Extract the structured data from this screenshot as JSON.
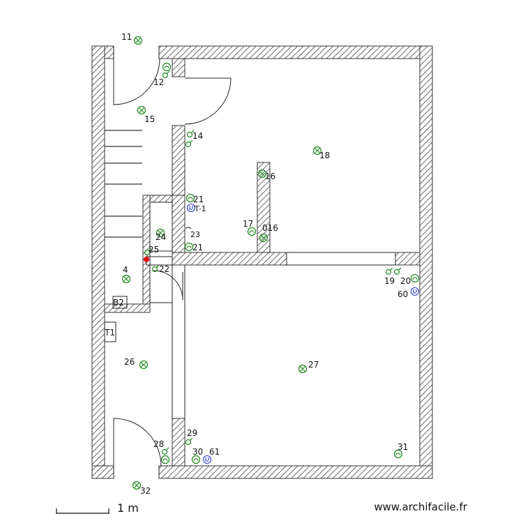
{
  "plan": {
    "labels": [
      "11",
      "12",
      "15",
      "14",
      "18",
      "16",
      "21",
      "T-1",
      "23",
      "17",
      "016",
      "24",
      "25",
      "21",
      "4",
      "22",
      "19",
      "20",
      "60",
      "B2",
      "T1",
      "26",
      "27",
      "29",
      "28",
      "30",
      "61",
      "31",
      "32"
    ]
  },
  "footer": {
    "scale_text": "1 m",
    "site_url": "www.archifacile.fr"
  }
}
